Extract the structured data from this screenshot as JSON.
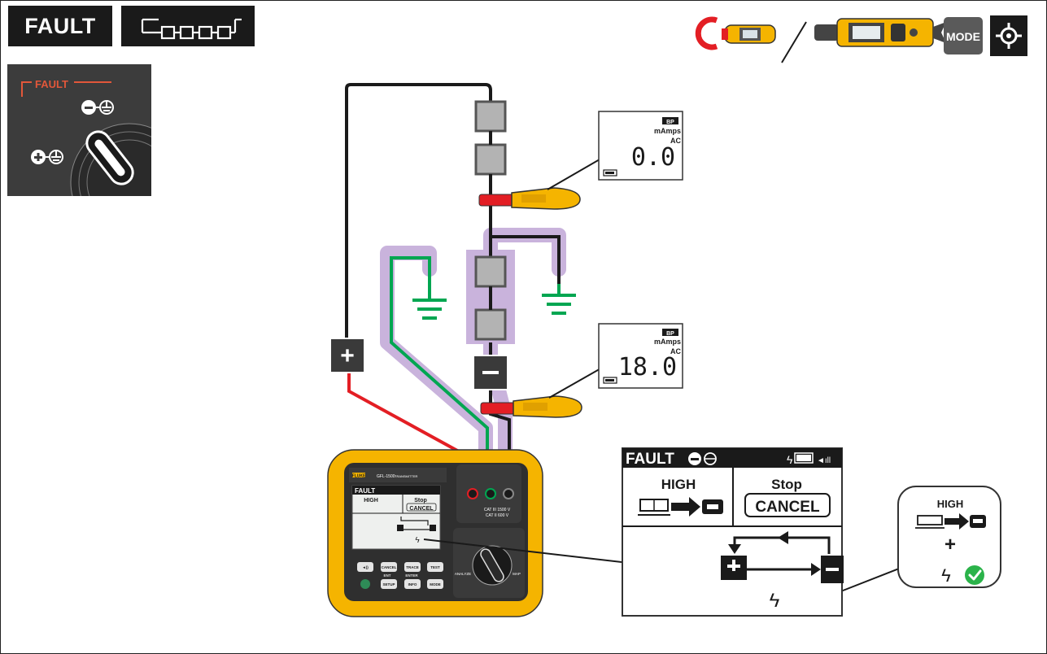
{
  "header": {
    "mode_label": "FAULT",
    "mode_button_label": "MODE",
    "string_icon": "pv-string-icon",
    "clamp_icons": [
      "clamp-meter-icon",
      "current-clamp-icon"
    ],
    "target_icon": "target-icon"
  },
  "dial_inset": {
    "title": "FAULT",
    "positions": [
      "minus-earth-icon",
      "plus-earth-icon"
    ]
  },
  "circuit": {
    "plus_terminal": "+",
    "minus_terminal": "–",
    "colors": {
      "positive": "#e31e24",
      "negative": "#1a1a1a",
      "earth": "#00a651",
      "fault_path": "#c9b3dc",
      "module": "#b3b3b3",
      "clamp": "#f5b400",
      "clamp_jaw": "#e31e24"
    }
  },
  "readings": [
    {
      "indicator": "BP",
      "unit": "mAmps",
      "type": "AC",
      "value": "0.0"
    },
    {
      "indicator": "BP",
      "unit": "mAmps",
      "type": "AC",
      "value": "18.0"
    }
  ],
  "device": {
    "brand": "FLUKE",
    "model": "GFL-1500",
    "subtitle": "TRANSMITTER",
    "cat_line1": "CAT III 1500 V",
    "cat_line2": "CAT II 600 V",
    "screen_title": "FAULT",
    "screen_level": "HIGH",
    "screen_stop": "Stop",
    "screen_cancel": "CANCEL",
    "keys": {
      "row1": [
        "◄))",
        "CANCEL",
        "TRACE",
        "TEST"
      ],
      "row2": [
        "SETUP",
        "INFO",
        "MODE"
      ],
      "labels": [
        "ENT",
        "ENTER"
      ]
    },
    "dial_labels": {
      "left": "ANALYZE",
      "right": "MAP"
    }
  },
  "zoom_display": {
    "title": "FAULT",
    "level": "HIGH",
    "stop": "Stop",
    "cancel": "CANCEL"
  },
  "callout": {
    "level": "HIGH",
    "plus": "+"
  }
}
